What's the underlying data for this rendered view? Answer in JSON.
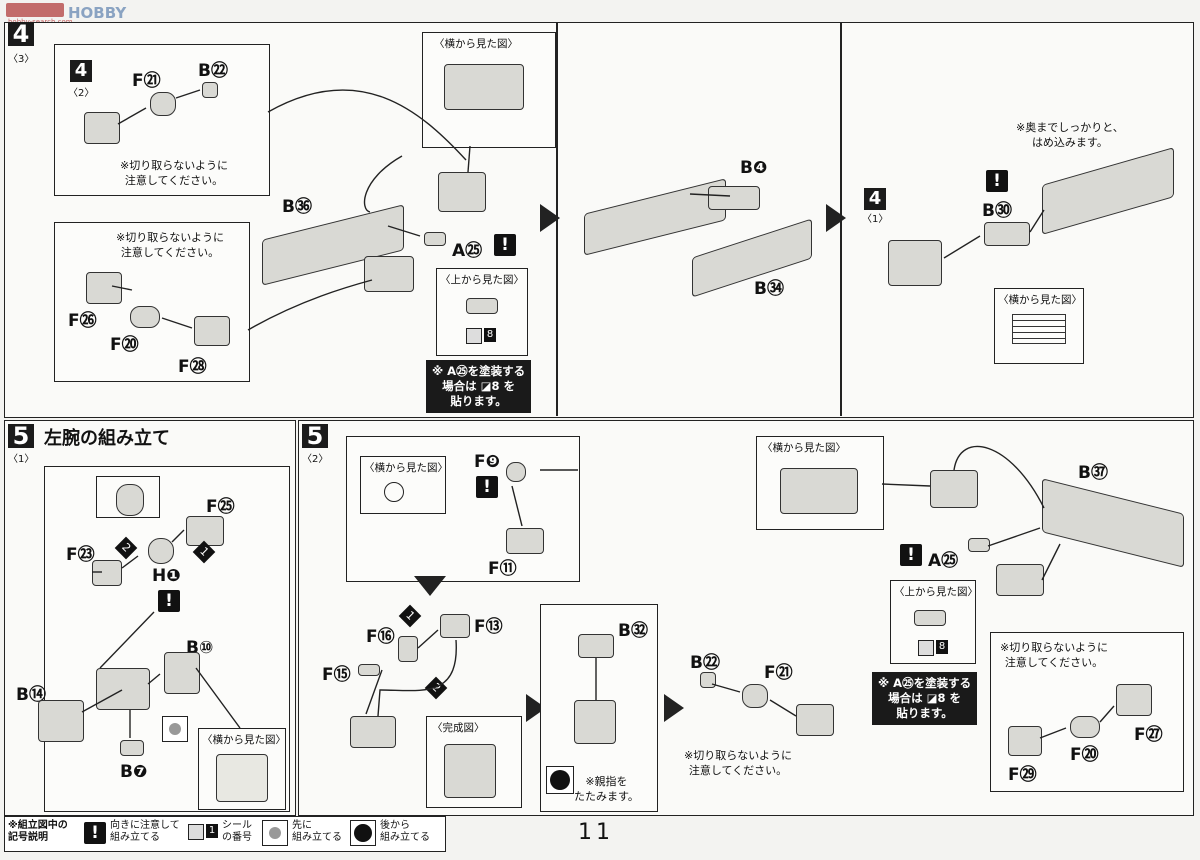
{
  "watermark": {
    "brand_main": "HOBBY SEARCH",
    "brand_small": "hobby-search.com"
  },
  "page_number": "11",
  "top_section": {
    "step_number": "4",
    "substep": "〈3〉",
    "detail_box_step": "4",
    "detail_box_substep": "〈2〉",
    "labels": {
      "F21": "F㉑",
      "B22": "B㉒",
      "B36": "B㊱",
      "A25": "A㉕",
      "F26": "F㉖",
      "F20": "F⑳",
      "F28": "F㉘",
      "B4": "B❹",
      "B34": "B㉞",
      "B30": "B㉚"
    },
    "note_no_cut": "※切り取らないように\n注意してください。",
    "note_no_cut_2": "※切り取らないように\n注意してください。",
    "side_view": "〈横から見た図〉",
    "top_view": "〈上から見た図〉",
    "sticker_num": "8",
    "paint_note": "※ A㉕を塗装する\n場合は ◪8 を\n貼ります。",
    "step_ref": "4",
    "step_ref_sub": "〈1〉",
    "insert_note": "※奥までしっかりと、\nはめ込みます。",
    "side_view_2": "〈横から見た図〉"
  },
  "bottom_left": {
    "step_number": "5",
    "substep": "〈1〉",
    "title": "左腕の組み立て",
    "labels": {
      "F25": "F㉕",
      "F23": "F㉓",
      "H1": "H❶",
      "B10": "B⑩",
      "B14": "B⑭",
      "B7": "B❼"
    },
    "order_1": "1",
    "order_2": "2",
    "side_view": "〈横から見た図〉"
  },
  "bottom_right": {
    "step_number": "5",
    "substep": "〈2〉",
    "side_view": "〈横から見た図〉",
    "labels": {
      "F9": "F❾",
      "F11": "F⑪",
      "F16": "F⑯",
      "F13": "F⑬",
      "F15": "F⑮",
      "B32": "B㉜",
      "B22": "B㉒",
      "F21": "F㉑",
      "B37": "B㊲",
      "A25": "A㉕",
      "F27": "F㉗",
      "F20": "F⑳",
      "F29": "F㉙"
    },
    "complete_view": "〈完成図〉",
    "thumb_note": "※親指を\nたたみます。",
    "note_no_cut": "※切り取らないように\n注意してください。",
    "side_view_2": "〈横から見た図〉",
    "top_view": "〈上から見た図〉",
    "sticker_num": "8",
    "paint_note": "※ A㉕を塗装する\n場合は ◪8 を\n貼ります。",
    "note_no_cut_2": "※切り取らないように\n注意してください。",
    "order_1": "1",
    "order_2": "2"
  },
  "legend": {
    "title": "※組立図中の\n記号説明",
    "items": [
      {
        "icon": "warning-icon",
        "text": "向きに注意して\n組み立てる"
      },
      {
        "icon": "sticker-icon",
        "num": "1",
        "text": "シール\nの番号"
      },
      {
        "icon": "first-assembly-icon",
        "text": "先に\n組み立てる"
      },
      {
        "icon": "later-assembly-icon",
        "text": "後から\n組み立てる"
      }
    ]
  }
}
